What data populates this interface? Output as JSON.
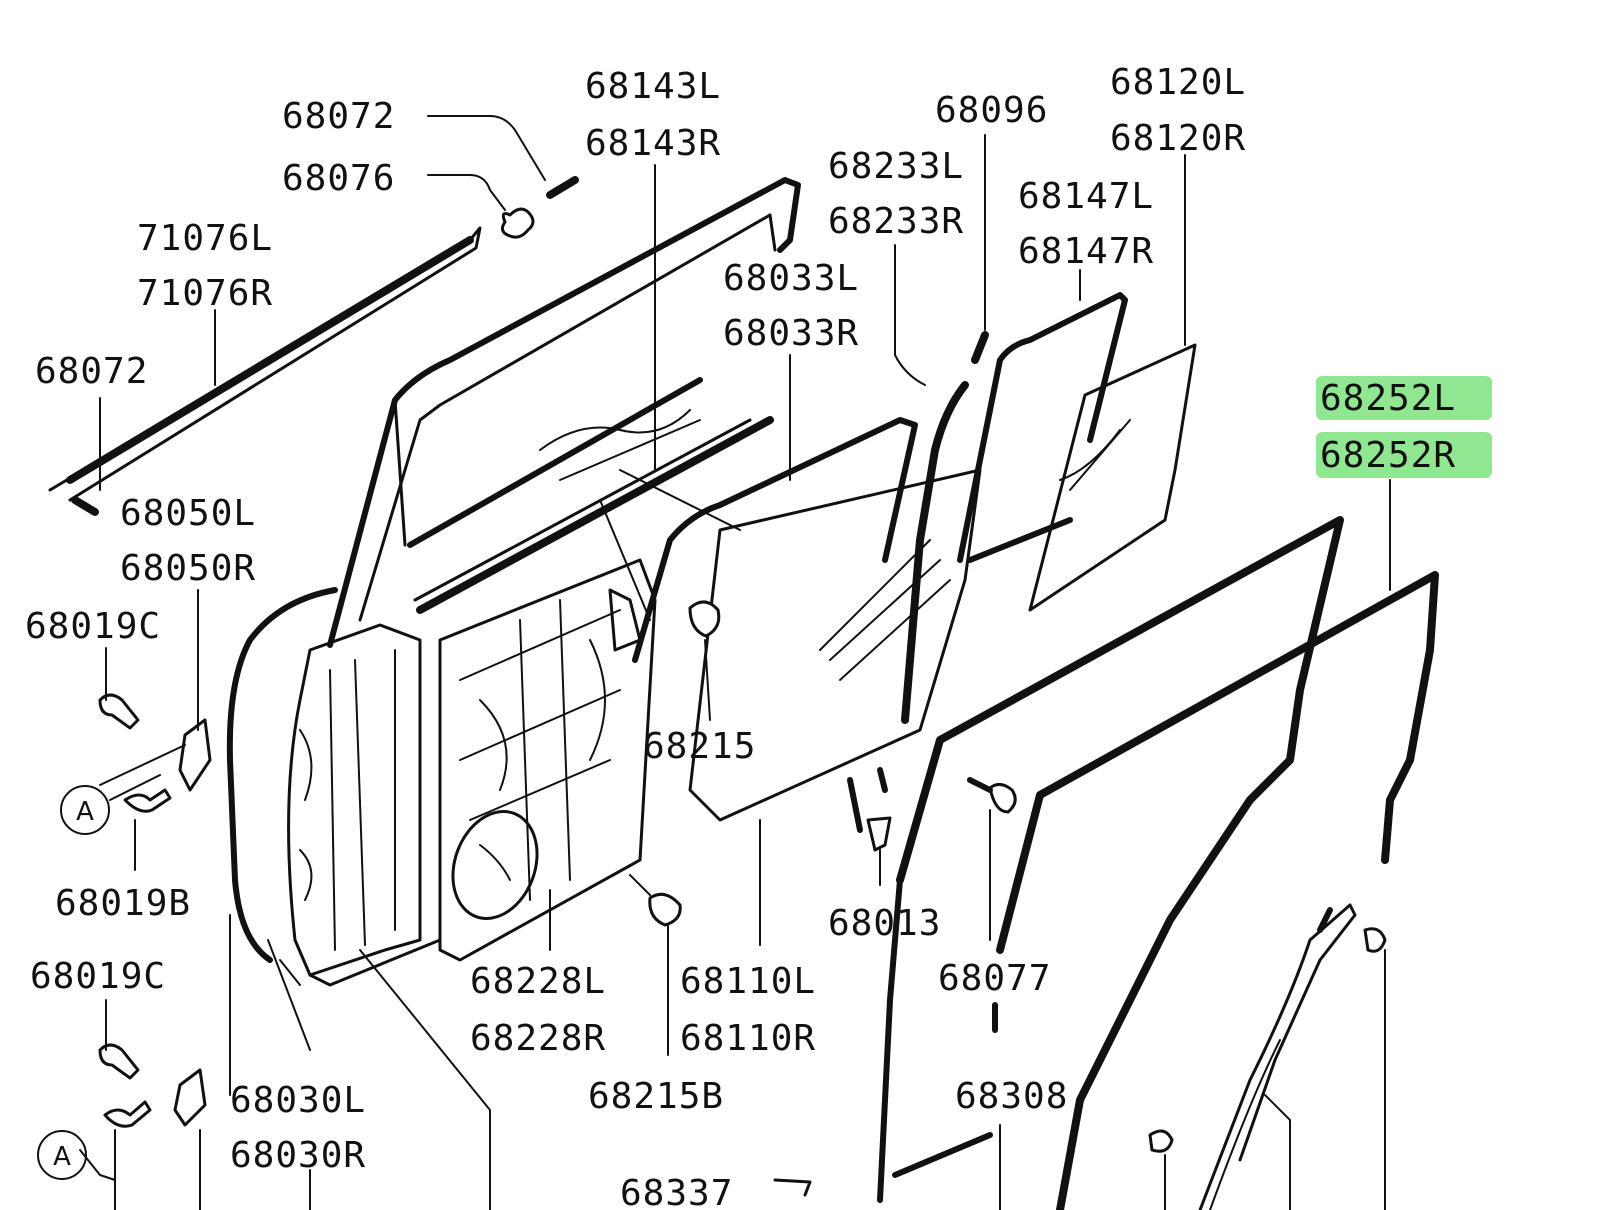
{
  "diagram": {
    "highlight_color": "#36d436",
    "part_numbers": {
      "p68072_top": "68072",
      "p68076": "68076",
      "p68143L": "68143L",
      "p68143R": "68143R",
      "p68096": "68096",
      "p68120L": "68120L",
      "p68120R": "68120R",
      "p68233L": "68233L",
      "p68233R": "68233R",
      "p68147L": "68147L",
      "p68147R": "68147R",
      "p71076L": "71076L",
      "p71076R": "71076R",
      "p68033L": "68033L",
      "p68033R": "68033R",
      "p68072_left": "68072",
      "p68252L": "68252L",
      "p68252R": "68252R",
      "p68050L": "68050L",
      "p68050R": "68050R",
      "p68019C_top": "68019C",
      "p68215": "68215",
      "p68019B": "68019B",
      "p68013": "68013",
      "p68019C_bottom": "68019C",
      "p68077": "68077",
      "p68228L": "68228L",
      "p68228R": "68228R",
      "p68110L": "68110L",
      "p68110R": "68110R",
      "p68030L": "68030L",
      "p68030R": "68030R",
      "p68308": "68308",
      "p68215B": "68215B",
      "p68337": "68337"
    },
    "callouts": {
      "ref_a_top": "A",
      "ref_a_bottom": "A"
    }
  }
}
